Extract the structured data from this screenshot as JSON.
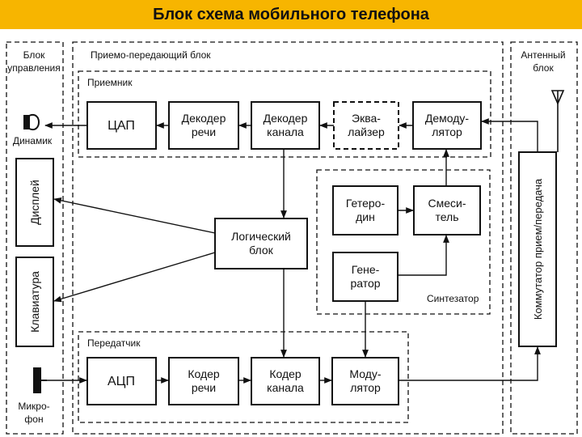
{
  "title": "Блок схема мобильного телефона",
  "colors": {
    "banner": "#f7b500",
    "line": "#111111"
  },
  "regions": {
    "control_line1": "Блок",
    "control_line2": "управления",
    "transceiver": "Приемо-передающий блок",
    "antenna_line1": "Антенный",
    "antenna_line2": "блок",
    "receiver": "Приемник",
    "transmitter": "Передатчик",
    "synthesizer": "Синтезатор"
  },
  "blocks": {
    "dac": "ЦАП",
    "speech_decoder_1": "Декодер",
    "speech_decoder_2": "речи",
    "channel_decoder_1": "Декодер",
    "channel_decoder_2": "канала",
    "equalizer_1": "Эква-",
    "equalizer_2": "лайзер",
    "demodulator_1": "Демоду-",
    "demodulator_2": "лятор",
    "heterodyne_1": "Гетеро-",
    "heterodyne_2": "дин",
    "mixer_1": "Смеси-",
    "mixer_2": "тель",
    "generator_1": "Гене-",
    "generator_2": "ратор",
    "logic_1": "Логический",
    "logic_2": "блок",
    "adc": "АЦП",
    "speech_coder_1": "Кодер",
    "speech_coder_2": "речи",
    "channel_coder_1": "Кодер",
    "channel_coder_2": "канала",
    "modulator_1": "Моду-",
    "modulator_2": "лятор",
    "display": "Дисплей",
    "keyboard": "Клавиатура",
    "switch": "Коммутатор прием/передача"
  },
  "peripherals": {
    "speaker": "Динамик",
    "mic_line1": "Микро-",
    "mic_line2": "фон"
  }
}
